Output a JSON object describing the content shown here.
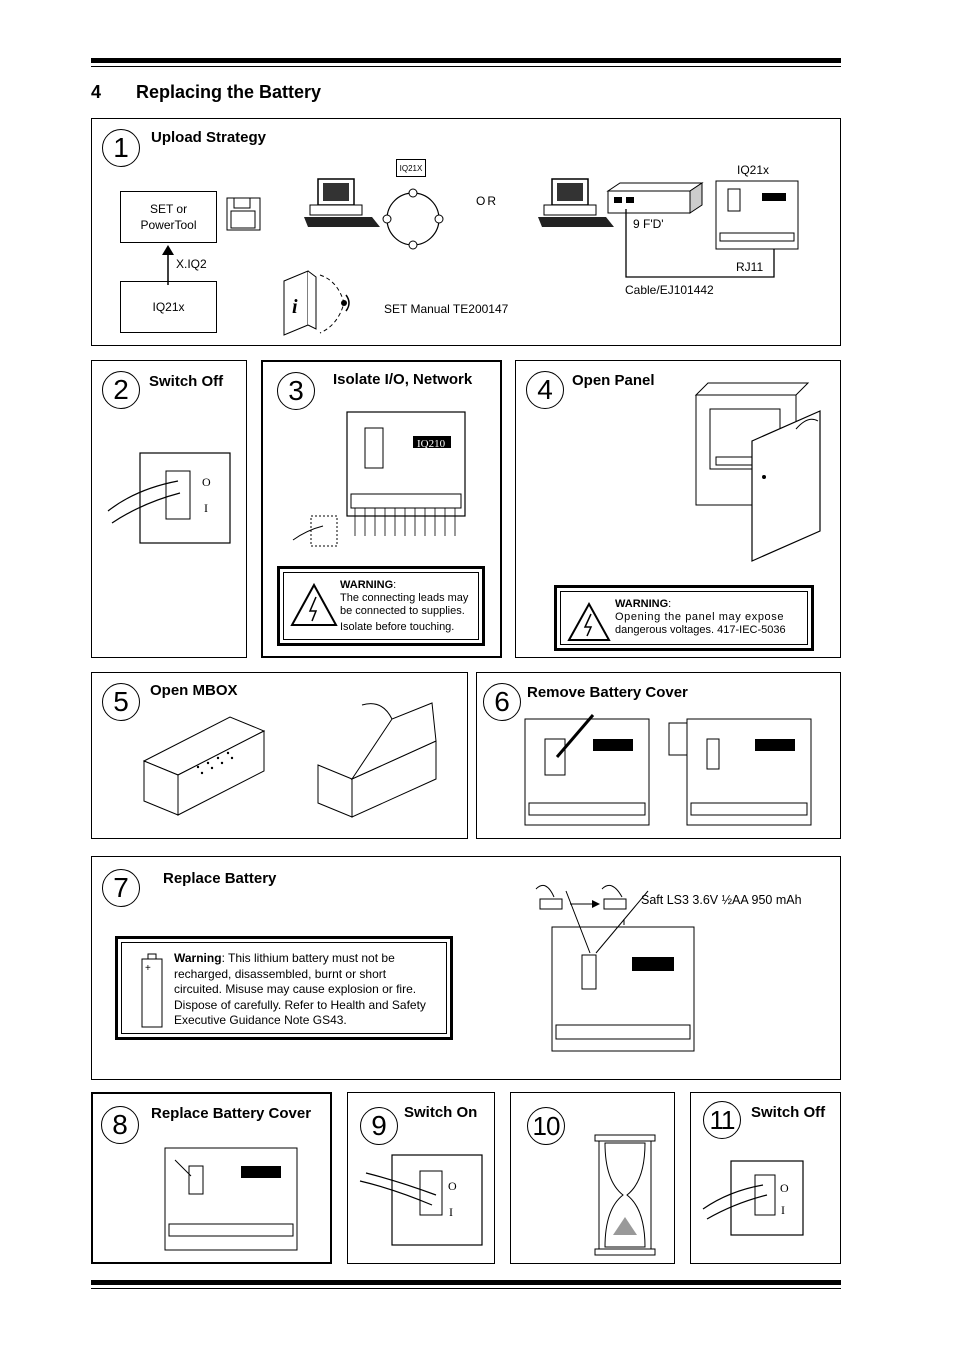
{
  "section": {
    "number": "4",
    "title": "Replacing the Battery"
  },
  "step1": {
    "number": "1",
    "title": "Upload Strategy",
    "set_box": "SET or PowerTool",
    "file_label": "X.IQ2",
    "iq21x_box": "IQ21x",
    "network_node": "IQ21X",
    "or": "OR",
    "manual": "SET Manual  TE200147",
    "iq21x_right": "IQ21x",
    "port": "9 F'D'",
    "rj11": "RJ11",
    "cable": "Cable/EJ101442"
  },
  "step2": {
    "number": "2",
    "title": "Switch Off",
    "switch_o": "O",
    "switch_i": "I"
  },
  "step3": {
    "number": "3",
    "title": "Isolate I/O, Network",
    "warning_title": "WARNING",
    "warning_line1": "The connecting leads may",
    "warning_line2": "be connected to supplies.",
    "warning_line3": "Isolate before touching."
  },
  "step4": {
    "number": "4",
    "title": "Open Panel",
    "warning_title": "WARNING",
    "warning_line1": "Opening the panel may expose",
    "warning_line2": "dangerous voltages. 417-IEC-5036"
  },
  "step5": {
    "number": "5",
    "title": "Open MBOX"
  },
  "step6": {
    "number": "6",
    "title": "Remove Battery Cover"
  },
  "step7": {
    "number": "7",
    "title": "Replace Battery",
    "battery_spec": "Saft LS3 3.6V ½AA 950 mAh",
    "warning_bold": "Warning",
    "warning_l1": ": This lithium battery must not be",
    "warning_l2": "recharged, disassembled, burnt or short",
    "warning_l3": "circuited. Misuse may cause explosion or fire.",
    "warning_l4": "Dispose of carefully. Refer to Health and Safety",
    "warning_l5": "Executive Guidance Note GS43."
  },
  "step8": {
    "number": "8",
    "title": "Replace Battery Cover"
  },
  "step9": {
    "number": "9",
    "title": "Switch On",
    "switch_o": "O",
    "switch_i": "I"
  },
  "step10": {
    "number": "10"
  },
  "step11": {
    "number": "11",
    "title": "Switch Off",
    "switch_o": "O",
    "switch_i": "I"
  },
  "device_logo": "IQ210"
}
